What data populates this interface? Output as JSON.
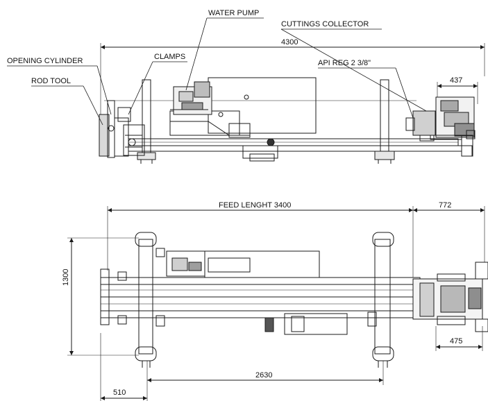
{
  "side_view": {
    "labels": {
      "water_pump": "WATER PUMP",
      "cuttings_collector": "CUTTINGS COLLECTOR",
      "opening_cylinder": "OPENING CYLINDER",
      "clamps": "CLAMPS",
      "rod_tool": "ROD TOOL",
      "api_reg": "API REG 2 3/8\""
    },
    "dimensions": {
      "overall_length": "4300",
      "head_length": "437"
    }
  },
  "top_view": {
    "dimensions": {
      "feed_length": "FEED LENGHT 3400",
      "head_extension": "772",
      "width": "1300",
      "head_width": "475",
      "track_spacing": "2630",
      "front_offset": "510"
    }
  },
  "colors": {
    "line": "#1a1a1a",
    "light_line": "#555555",
    "background": "#ffffff"
  }
}
